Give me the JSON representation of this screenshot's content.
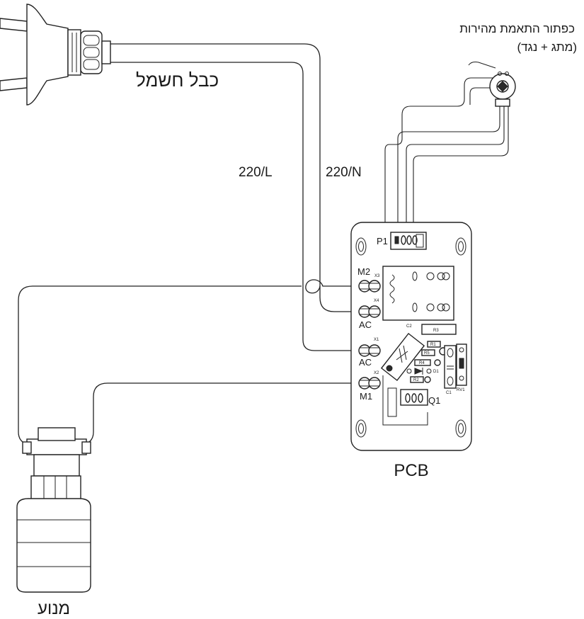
{
  "labels": {
    "power_cable": "כבל חשמל",
    "potentiometer_line1": "כפתור התאמת מהירות",
    "potentiometer_line2": "(מתג + נגד)",
    "wire_live": "220/L",
    "wire_neutral": "220/N",
    "pcb": "PCB",
    "motor": "מנוע"
  },
  "pcb_labels": {
    "p1": "P1",
    "m2": "M2",
    "x3": "X3",
    "x4": "X4",
    "ac_top": "AC",
    "x1": "X1",
    "ac_bottom": "AC",
    "x2": "X2",
    "m1": "M1",
    "c2": "C2",
    "r3": "R3",
    "r1": "R1",
    "r5": "R5",
    "r4": "R4",
    "d1": "D1",
    "r2": "R2",
    "q1": "Q1",
    "c1": "C1",
    "rv1": "RV1"
  }
}
